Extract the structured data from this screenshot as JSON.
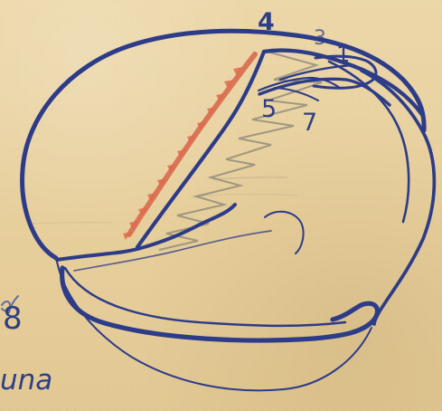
{
  "sketch": {
    "colors": {
      "paper": "#e8d19f",
      "ink": "#2e3d86",
      "ink_faint": "#5562a0",
      "pencil": "#8f8a7a",
      "red_crayon": "#d6654b"
    },
    "labels": {
      "num_4": "4",
      "num_3": "3",
      "num_1": "1",
      "num_5": "5",
      "num_7": "7",
      "margin_letter": "8",
      "margin_word": "una"
    }
  }
}
